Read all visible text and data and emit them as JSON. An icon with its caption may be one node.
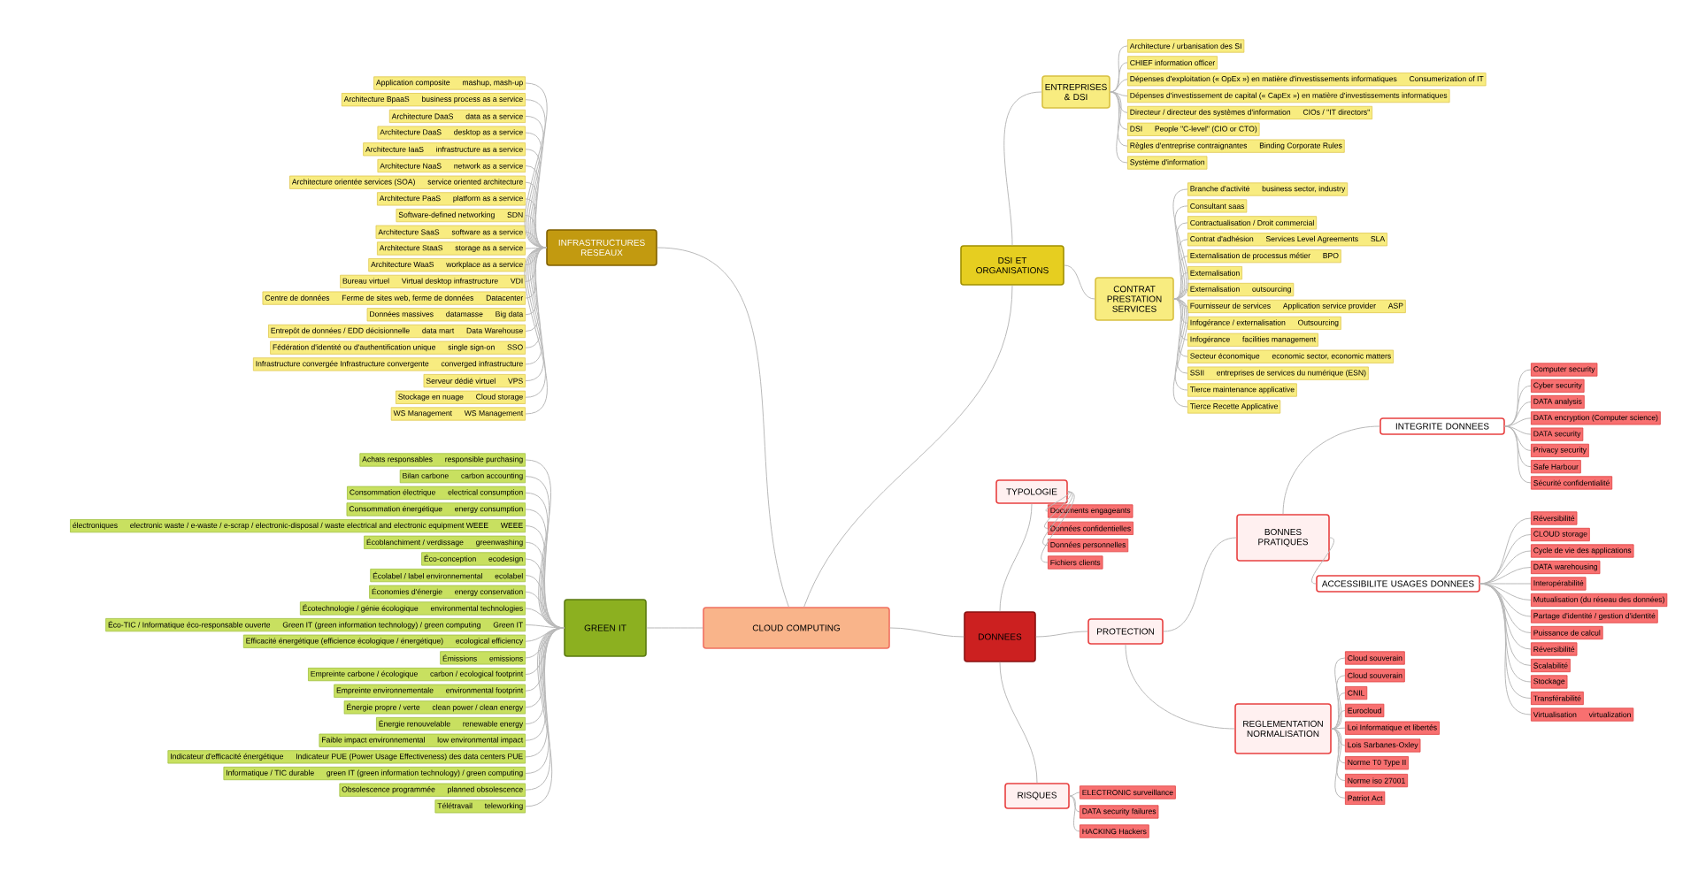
{
  "diagram": {
    "nodes": [
      {
        "text": [
          "CLOUD COMPUTING"
        ]
      },
      {
        "text": [
          "INFRASTRUCTURES RESEAUX"
        ]
      },
      {
        "text": [
          "Application composite",
          "mashup, mash-up"
        ]
      },
      {
        "text": [
          "Architecture BpaaS",
          "business process as a service"
        ]
      },
      {
        "text": [
          "Architecture DaaS",
          "data as a service"
        ]
      },
      {
        "text": [
          "Architecture DaaS",
          "desktop as a service"
        ]
      },
      {
        "text": [
          "Architecture IaaS",
          "infrastructure as a service"
        ]
      },
      {
        "text": [
          "Architecture NaaS",
          "network as a service"
        ]
      },
      {
        "text": [
          "Architecture orientée services (SOA)",
          "service oriented architecture"
        ]
      },
      {
        "text": [
          "Architecture PaaS",
          "platform as a service"
        ]
      },
      {
        "text": [
          "Software-defined networking",
          "SDN"
        ]
      },
      {
        "text": [
          "Architecture SaaS",
          "software as a service"
        ]
      },
      {
        "text": [
          "Architecture StaaS",
          "storage as a service"
        ]
      },
      {
        "text": [
          "Architecture WaaS",
          "workplace as a service"
        ]
      },
      {
        "text": [
          "Bureau virtuel",
          "Virtual desktop infrastructure",
          "VDI"
        ]
      },
      {
        "text": [
          "Centre de données",
          "Ferme de sites web, ferme de données",
          "Datacenter"
        ]
      },
      {
        "text": [
          "Données massives",
          "datamasse",
          "Big data"
        ]
      },
      {
        "text": [
          "Entrepôt de données / EDD décisionnelle",
          "data mart",
          "Data Warehouse"
        ]
      },
      {
        "text": [
          "Fédération d'identité ou d'authentification unique",
          "single sign-on",
          "SSO"
        ]
      },
      {
        "text": [
          "Infrastructure convergée Infrastructure convergente",
          "converged infrastructure"
        ]
      },
      {
        "text": [
          "Serveur dédié virtuel",
          "VPS"
        ]
      },
      {
        "text": [
          "Stockage en nuage",
          "Cloud storage"
        ]
      },
      {
        "text": [
          "WS Management",
          "WS Management"
        ]
      },
      {
        "text": [
          "GREEN IT"
        ]
      },
      {
        "text": [
          "Achats responsables",
          "responsible purchasing"
        ]
      },
      {
        "text": [
          "Bilan carbone",
          "carbon accounting"
        ]
      },
      {
        "text": [
          "Consommation électrique",
          "electrical consumption"
        ]
      },
      {
        "text": [
          "Consommation énergétique",
          "energy consumption"
        ]
      },
      {
        "text": [
          "électroniques",
          "electronic waste / e-waste / e-scrap / electronic-disposal / waste electrical and electronic equipment WEEE",
          "WEEE"
        ]
      },
      {
        "text": [
          "Écoblanchiment / verdissage",
          "greenwashing"
        ]
      },
      {
        "text": [
          "Éco-conception",
          "ecodesign"
        ]
      },
      {
        "text": [
          "Écolabel / label environnemental",
          "ecolabel"
        ]
      },
      {
        "text": [
          "Économies d'énergie",
          "energy conservation"
        ]
      },
      {
        "text": [
          "Écotechnologie / génie écologique",
          "environmental technologies"
        ]
      },
      {
        "text": [
          "Éco-TIC / Informatique éco-responsable ouverte",
          "Green IT (green information technology) / green computing",
          "Green IT"
        ]
      },
      {
        "text": [
          "Efficacité énergétique (efficience écologique / énergétique)",
          "ecological efficiency"
        ]
      },
      {
        "text": [
          "Émissions",
          "emissions"
        ]
      },
      {
        "text": [
          "Empreinte carbone / écologique",
          "carbon / ecological footprint"
        ]
      },
      {
        "text": [
          "Empreinte environnementale",
          "environmental footprint"
        ]
      },
      {
        "text": [
          "Énergie propre / verte",
          "clean power / clean energy"
        ]
      },
      {
        "text": [
          "Énergie renouvelable",
          "renewable energy"
        ]
      },
      {
        "text": [
          "Faible impact environnemental",
          "low environmental impact"
        ]
      },
      {
        "text": [
          "Indicateur d'efficacité énergétique",
          "Indicateur PUE (Power Usage Effectiveness) des data centers PUE"
        ]
      },
      {
        "text": [
          "Informatique / TIC durable",
          "green IT (green information technology) / green computing"
        ]
      },
      {
        "text": [
          "Obsolescence programmée",
          "planned obsolescence"
        ]
      },
      {
        "text": [
          "Télétravail",
          "teleworking"
        ]
      },
      {
        "text": [
          "DSI ET ORGANISATIONS"
        ]
      },
      {
        "text": [
          "ENTREPRISES & DSI"
        ]
      },
      {
        "text": [
          "Architecture / urbanisation des SI"
        ]
      },
      {
        "text": [
          "CHIEF information officer"
        ]
      },
      {
        "text": [
          "Dépenses d'exploitation (« OpEx ») en matière d'investissements informatiques",
          "Consumerization of IT"
        ]
      },
      {
        "text": [
          "Dépenses d'investissement de capital (« CapEx ») en matière d'investissements informatiques"
        ]
      },
      {
        "text": [
          "Directeur / directeur des systèmes d'information",
          "CIOs / \"IT directors\""
        ]
      },
      {
        "text": [
          "DSI",
          "People \"C-level\" (CIO or CTO)"
        ]
      },
      {
        "text": [
          "Règles d'entreprise contraignantes",
          "Binding Corporate Rules"
        ]
      },
      {
        "text": [
          "Système d'information"
        ]
      },
      {
        "text": [
          "CONTRAT PRESTATION SERVICES"
        ]
      },
      {
        "text": [
          "Branche d'activité",
          "business sector, industry"
        ]
      },
      {
        "text": [
          "Consultant saas"
        ]
      },
      {
        "text": [
          "Contractualisation / Droit commercial"
        ]
      },
      {
        "text": [
          "Contrat d'adhésion",
          "Services Level Agreements",
          "SLA"
        ]
      },
      {
        "text": [
          "Externalisation de processus métier",
          "BPO"
        ]
      },
      {
        "text": [
          "Externalisation"
        ]
      },
      {
        "text": [
          "Externalisation",
          "outsourcing"
        ]
      },
      {
        "text": [
          "Fournisseur de services",
          "Application service provider",
          "ASP"
        ]
      },
      {
        "text": [
          "Infogérance / externalisation",
          "Outsourcing"
        ]
      },
      {
        "text": [
          "Infogérance",
          "facilities management"
        ]
      },
      {
        "text": [
          "Secteur économique",
          "economic sector, economic matters"
        ]
      },
      {
        "text": [
          "SSII",
          "entreprises de services du numérique (ESN)"
        ]
      },
      {
        "text": [
          "Tierce maintenance applicative"
        ]
      },
      {
        "text": [
          "Tierce Recette Applicative"
        ]
      },
      {
        "text": [
          "DONNEES"
        ]
      },
      {
        "text": [
          "TYPOLOGIE"
        ]
      },
      {
        "text": [
          "Documents engageants"
        ]
      },
      {
        "text": [
          "Données confidentielles"
        ]
      },
      {
        "text": [
          "Données personnelles"
        ]
      },
      {
        "text": [
          "Fichiers clients"
        ]
      },
      {
        "text": [
          "PROTECTION"
        ]
      },
      {
        "text": [
          "BONNES PRATIQUES"
        ]
      },
      {
        "text": [
          "INTEGRITE DONNEES"
        ]
      },
      {
        "text": [
          "Computer security"
        ]
      },
      {
        "text": [
          "Cyber security"
        ]
      },
      {
        "text": [
          "DATA analysis"
        ]
      },
      {
        "text": [
          "DATA encryption (Computer science)"
        ]
      },
      {
        "text": [
          "DATA security"
        ]
      },
      {
        "text": [
          "Privacy security"
        ]
      },
      {
        "text": [
          "Safe Harbour"
        ]
      },
      {
        "text": [
          "Sécurité confidentialité"
        ]
      },
      {
        "text": [
          "ACCESSIBILITE USAGES DONNEES"
        ]
      },
      {
        "text": [
          "Réversibilité"
        ]
      },
      {
        "text": [
          "CLOUD storage"
        ]
      },
      {
        "text": [
          "Cycle de vie des applications"
        ]
      },
      {
        "text": [
          "DATA warehousing"
        ]
      },
      {
        "text": [
          "Interopérabilité"
        ]
      },
      {
        "text": [
          "Mutualisation (du réseau des données)"
        ]
      },
      {
        "text": [
          "Partage d'identité / gestion d'identité"
        ]
      },
      {
        "text": [
          "Puissance de calcul"
        ]
      },
      {
        "text": [
          "Réversibilité"
        ]
      },
      {
        "text": [
          "Scalabilité"
        ]
      },
      {
        "text": [
          "Stockage"
        ]
      },
      {
        "text": [
          "Transférabilité"
        ]
      },
      {
        "text": [
          "Virtualisation",
          "virtualization"
        ]
      },
      {
        "text": [
          "REGLEMENTATION NORMALISATION"
        ]
      },
      {
        "text": [
          "Cloud souverain"
        ]
      },
      {
        "text": [
          "Cloud souverain"
        ]
      },
      {
        "text": [
          "CNIL"
        ]
      },
      {
        "text": [
          "Eurocloud"
        ]
      },
      {
        "text": [
          "Loi Informatique et libertés"
        ]
      },
      {
        "text": [
          "Lois Sarbanes-Oxley"
        ]
      },
      {
        "text": [
          "Norme T0 Type II"
        ]
      },
      {
        "text": [
          "Norme iso 27001"
        ]
      },
      {
        "text": [
          "Patriot Act"
        ]
      },
      {
        "text": [
          "RISQUES"
        ]
      },
      {
        "text": [
          "ELECTRONIC surveillance"
        ]
      },
      {
        "text": [
          "DATA security failures"
        ]
      },
      {
        "text": [
          "HACKING Hackers"
        ]
      }
    ],
    "edges": [
      {
        "from": 0,
        "to": 1,
        "arrow": "none"
      },
      {
        "from": 0,
        "to": 23,
        "arrow": "none"
      },
      {
        "from": 0,
        "to": 46,
        "arrow": "none"
      },
      {
        "from": 0,
        "to": 71,
        "arrow": "none"
      },
      {
        "from": 46,
        "to": 47,
        "arrow": "none"
      },
      {
        "from": 46,
        "to": 56,
        "arrow": "none"
      },
      {
        "from": 71,
        "to": 72,
        "arrow": "none"
      },
      {
        "from": 71,
        "to": 77,
        "arrow": "none"
      },
      {
        "from": 71,
        "to": 112,
        "arrow": "none"
      },
      {
        "from": 77,
        "to": 78,
        "arrow": "none"
      },
      {
        "from": 77,
        "to": 102,
        "arrow": "none"
      },
      {
        "from": 78,
        "to": 79,
        "arrow": "none"
      },
      {
        "from": 78,
        "to": 88,
        "arrow": "none"
      },
      {
        "from": 1,
        "to": 2,
        "arrow": "none"
      },
      {
        "from": 1,
        "to": 3,
        "arrow": "none"
      },
      {
        "from": 1,
        "to": 4,
        "arrow": "none"
      },
      {
        "from": 1,
        "to": 5,
        "arrow": "none"
      },
      {
        "from": 1,
        "to": 6,
        "arrow": "none"
      },
      {
        "from": 1,
        "to": 7,
        "arrow": "none"
      },
      {
        "from": 1,
        "to": 8,
        "arrow": "none"
      },
      {
        "from": 1,
        "to": 9,
        "arrow": "none"
      },
      {
        "from": 1,
        "to": 10,
        "arrow": "none"
      },
      {
        "from": 1,
        "to": 11,
        "arrow": "none"
      },
      {
        "from": 1,
        "to": 12,
        "arrow": "none"
      },
      {
        "from": 1,
        "to": 13,
        "arrow": "none"
      },
      {
        "from": 1,
        "to": 14,
        "arrow": "none"
      },
      {
        "from": 1,
        "to": 15,
        "arrow": "none"
      },
      {
        "from": 1,
        "to": 16,
        "arrow": "none"
      },
      {
        "from": 1,
        "to": 17,
        "arrow": "none"
      },
      {
        "from": 1,
        "to": 18,
        "arrow": "none"
      },
      {
        "from": 1,
        "to": 19,
        "arrow": "none"
      },
      {
        "from": 1,
        "to": 20,
        "arrow": "none"
      },
      {
        "from": 1,
        "to": 21,
        "arrow": "none"
      },
      {
        "from": 1,
        "to": 22,
        "arrow": "none"
      },
      {
        "from": 23,
        "to": 24,
        "arrow": "none"
      },
      {
        "from": 23,
        "to": 25,
        "arrow": "none"
      },
      {
        "from": 23,
        "to": 26,
        "arrow": "none"
      },
      {
        "from": 23,
        "to": 27,
        "arrow": "none"
      },
      {
        "from": 23,
        "to": 28,
        "arrow": "none"
      },
      {
        "from": 23,
        "to": 29,
        "arrow": "none"
      },
      {
        "from": 23,
        "to": 30,
        "arrow": "none"
      },
      {
        "from": 23,
        "to": 31,
        "arrow": "none"
      },
      {
        "from": 23,
        "to": 32,
        "arrow": "none"
      },
      {
        "from": 23,
        "to": 33,
        "arrow": "none"
      },
      {
        "from": 23,
        "to": 34,
        "arrow": "none"
      },
      {
        "from": 23,
        "to": 35,
        "arrow": "none"
      },
      {
        "from": 23,
        "to": 36,
        "arrow": "none"
      },
      {
        "from": 23,
        "to": 37,
        "arrow": "none"
      },
      {
        "from": 23,
        "to": 38,
        "arrow": "none"
      },
      {
        "from": 23,
        "to": 39,
        "arrow": "none"
      },
      {
        "from": 23,
        "to": 40,
        "arrow": "none"
      },
      {
        "from": 23,
        "to": 41,
        "arrow": "none"
      },
      {
        "from": 23,
        "to": 42,
        "arrow": "none"
      },
      {
        "from": 23,
        "to": 43,
        "arrow": "none"
      },
      {
        "from": 23,
        "to": 44,
        "arrow": "none"
      },
      {
        "from": 23,
        "to": 45,
        "arrow": "none"
      },
      {
        "from": 47,
        "to": 48,
        "arrow": "none"
      },
      {
        "from": 47,
        "to": 49,
        "arrow": "none"
      },
      {
        "from": 47,
        "to": 50,
        "arrow": "none"
      },
      {
        "from": 47,
        "to": 51,
        "arrow": "none"
      },
      {
        "from": 47,
        "to": 52,
        "arrow": "none"
      },
      {
        "from": 47,
        "to": 53,
        "arrow": "none"
      },
      {
        "from": 47,
        "to": 54,
        "arrow": "none"
      },
      {
        "from": 47,
        "to": 55,
        "arrow": "none"
      },
      {
        "from": 56,
        "to": 57,
        "arrow": "none"
      },
      {
        "from": 56,
        "to": 58,
        "arrow": "none"
      },
      {
        "from": 56,
        "to": 59,
        "arrow": "none"
      },
      {
        "from": 56,
        "to": 60,
        "arrow": "none"
      },
      {
        "from": 56,
        "to": 61,
        "arrow": "none"
      },
      {
        "from": 56,
        "to": 62,
        "arrow": "none"
      },
      {
        "from": 56,
        "to": 63,
        "arrow": "none"
      },
      {
        "from": 56,
        "to": 64,
        "arrow": "none"
      },
      {
        "from": 56,
        "to": 65,
        "arrow": "none"
      },
      {
        "from": 56,
        "to": 66,
        "arrow": "none"
      },
      {
        "from": 56,
        "to": 67,
        "arrow": "none"
      },
      {
        "from": 56,
        "to": 68,
        "arrow": "none"
      },
      {
        "from": 56,
        "to": 69,
        "arrow": "none"
      },
      {
        "from": 56,
        "to": 70,
        "arrow": "none"
      },
      {
        "from": 72,
        "to": 73,
        "arrow": "none"
      },
      {
        "from": 72,
        "to": 74,
        "arrow": "none"
      },
      {
        "from": 72,
        "to": 75,
        "arrow": "none"
      },
      {
        "from": 72,
        "to": 76,
        "arrow": "none"
      },
      {
        "from": 79,
        "to": 80,
        "arrow": "none"
      },
      {
        "from": 79,
        "to": 81,
        "arrow": "none"
      },
      {
        "from": 79,
        "to": 82,
        "arrow": "none"
      },
      {
        "from": 79,
        "to": 83,
        "arrow": "none"
      },
      {
        "from": 79,
        "to": 84,
        "arrow": "none"
      },
      {
        "from": 79,
        "to": 85,
        "arrow": "none"
      },
      {
        "from": 79,
        "to": 86,
        "arrow": "none"
      },
      {
        "from": 79,
        "to": 87,
        "arrow": "none"
      },
      {
        "from": 88,
        "to": 89,
        "arrow": "none"
      },
      {
        "from": 88,
        "to": 90,
        "arrow": "none"
      },
      {
        "from": 88,
        "to": 91,
        "arrow": "none"
      },
      {
        "from": 88,
        "to": 92,
        "arrow": "none"
      },
      {
        "from": 88,
        "to": 93,
        "arrow": "none"
      },
      {
        "from": 88,
        "to": 94,
        "arrow": "none"
      },
      {
        "from": 88,
        "to": 95,
        "arrow": "none"
      },
      {
        "from": 88,
        "to": 96,
        "arrow": "none"
      },
      {
        "from": 88,
        "to": 97,
        "arrow": "none"
      },
      {
        "from": 88,
        "to": 98,
        "arrow": "none"
      },
      {
        "from": 88,
        "to": 99,
        "arrow": "none"
      },
      {
        "from": 88,
        "to": 100,
        "arrow": "none"
      },
      {
        "from": 88,
        "to": 101,
        "arrow": "none"
      },
      {
        "from": 102,
        "to": 103,
        "arrow": "none"
      },
      {
        "from": 102,
        "to": 104,
        "arrow": "none"
      },
      {
        "from": 102,
        "to": 105,
        "arrow": "none"
      },
      {
        "from": 102,
        "to": 106,
        "arrow": "none"
      },
      {
        "from": 102,
        "to": 107,
        "arrow": "none"
      },
      {
        "from": 102,
        "to": 108,
        "arrow": "none"
      },
      {
        "from": 102,
        "to": 109,
        "arrow": "none"
      },
      {
        "from": 102,
        "to": 110,
        "arrow": "none"
      },
      {
        "from": 102,
        "to": 111,
        "arrow": "none"
      },
      {
        "from": 112,
        "to": 113,
        "arrow": "none"
      },
      {
        "from": 112,
        "to": 114,
        "arrow": "none"
      },
      {
        "from": 112,
        "to": 115,
        "arrow": "none"
      }
    ]
  }
}
